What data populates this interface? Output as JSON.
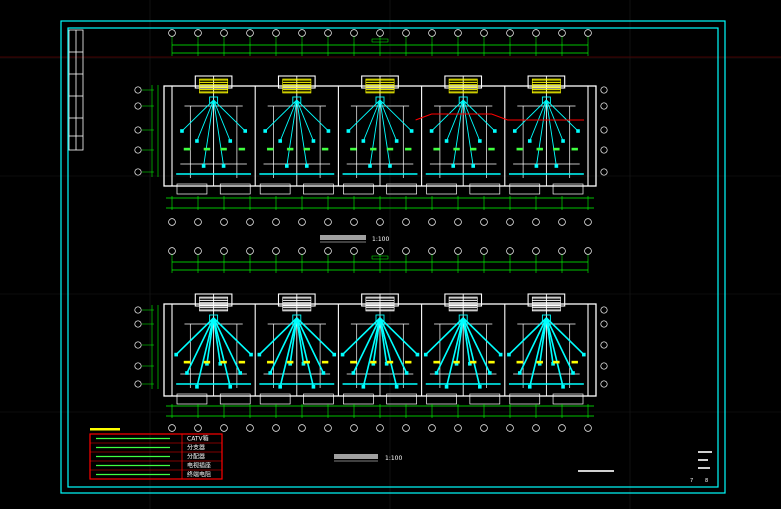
{
  "scale_top": "1:100",
  "scale_bottom": "1:100",
  "legend": {
    "rows": [
      {
        "code": "CATV箱"
      },
      {
        "code": "分支器"
      },
      {
        "code": "分配器"
      },
      {
        "code": "电视插座"
      },
      {
        "code": "终端电阻"
      }
    ]
  },
  "title_block": {
    "sheet_a": "7",
    "sheet_b": "8"
  },
  "colors": {
    "background": "#000000",
    "frame": "#00ffff",
    "walls": "#ffffff",
    "axes": "#00ff00",
    "wiring": "#00ffff",
    "red_line": "#ff0000",
    "stairs": "#ffff00"
  }
}
